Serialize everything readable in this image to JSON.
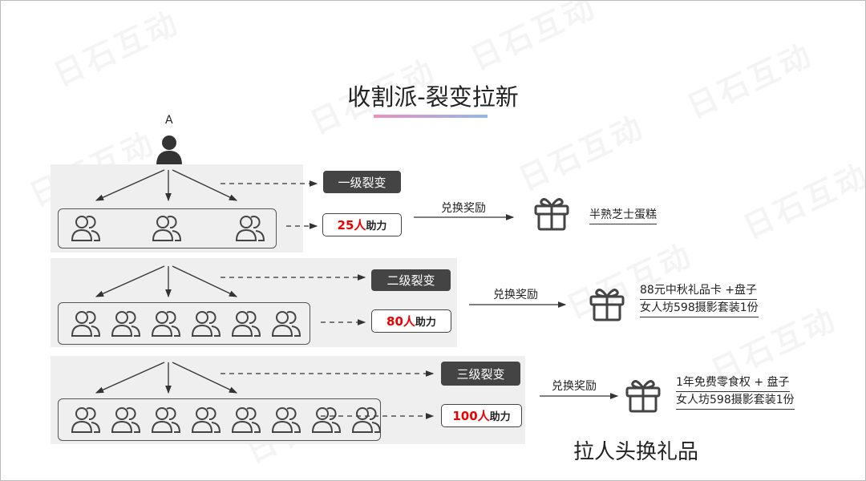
{
  "title": "收割派-裂变拉新",
  "root_label": "A",
  "watermark": "日石互动",
  "levels": [
    {
      "tag": "一级裂变",
      "count": "25人",
      "help": "助力",
      "exchange": "兑换奖励",
      "reward": [
        "半熟芝士蛋糕"
      ],
      "people": 3
    },
    {
      "tag": "二级裂变",
      "count": "80人",
      "help": "助力",
      "exchange": "兑换奖励",
      "reward": [
        "88元中秋礼品卡 +盘子",
        "女人坊598摄影套装1份"
      ],
      "people": 6
    },
    {
      "tag": "三级裂变",
      "count": "100人",
      "help": "助力",
      "exchange": "兑换奖励",
      "reward": [
        "1年免费零食权 + 盘子",
        "女人坊598摄影套装1份"
      ],
      "people": 8
    }
  ],
  "footer": "拉人头换礼品"
}
